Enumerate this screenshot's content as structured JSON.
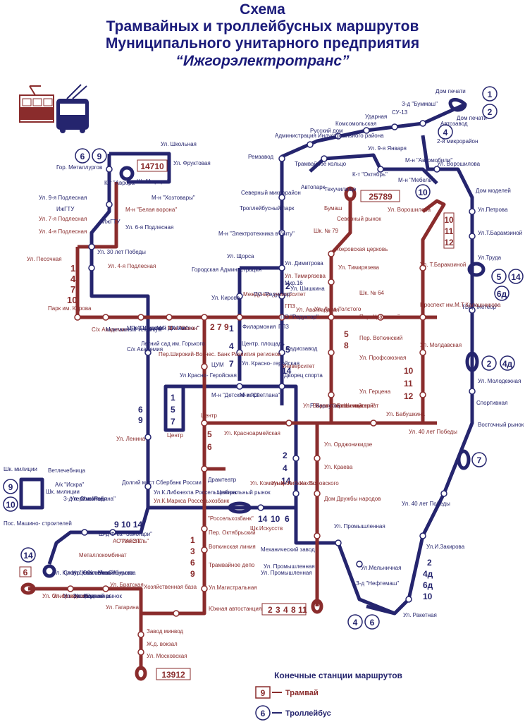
{
  "title": {
    "line1": "Схема",
    "line2": "Трамвайных и троллейбусных маршрутов",
    "line3": "Муниципального унитарного предприятия",
    "line4": "“Ижгорэлектротранс”"
  },
  "colors": {
    "tram": "#8a2c2c",
    "trolley": "#25256e",
    "text_tram": "#8a2c2c",
    "text_trolley": "#25256e"
  },
  "icons": [
    "tram-icon",
    "trolleybus-icon"
  ],
  "stops": [
    "Дом печати",
    "Дом печати",
    "З-д \"Буммаш\"",
    "СУ-13",
    "Ударная",
    "Комсомольская",
    "Русский дом",
    "Администрация Индустриального района",
    "Ремзавод",
    "Трамвайное кольцо",
    "Автопарк",
    "Техучилище",
    "Ул. 9-я Января",
    "К-т \"Октябрь\"",
    "М-н \"Автомобили\"",
    "М-н \"Мебель\"",
    "Автозавод",
    "2-й микрорайон",
    "Ул. Ворошилова",
    "Дом моделей",
    "Ул.Петрова",
    "Ул.Т.Барамзиной",
    "Ул.Труда",
    "ТВЦ \"Метеор\"",
    "Ул. Молодежная",
    "Спортивная",
    "Восточный рынок",
    "Ул. 40 лет Победы",
    "Ул.И.Закирова",
    "Ул. Ракетная",
    "З-д \"Нефтемаш\"",
    "Ул.Мельничная",
    "Ул. Промышленная",
    "Ул. Промышленная",
    "Механический завод",
    "Северный микрорайон",
    "Троллейбусный парк",
    "М-н \"Электротехника в быту\"",
    "Ул. Щорса",
    "Ул. Димитрова",
    "Бумаш",
    "Северный рынок",
    "Шк. № 79",
    "Покровская церковь",
    "Ул. Тимирязева",
    "Ул. Тимирязева",
    "Ул. Шишкина",
    "Мкр.16",
    "ГПЗ",
    "Ул. Льва Толстого",
    "Шк. № 64",
    "Пер. Уральский",
    "Пер. Воткинский",
    "Ул. Профсоюзная",
    "Ул. Герцена",
    "Ул. Бабушкина",
    "Ул. Ворошилова",
    "Ул. Т.Барамзиной",
    "Проспект им.М.Т.Калашникова",
    "Ул. Молдавская",
    "Ул. 40 лет Победы",
    "Ул. Школьная",
    "Ул. Фруктовая",
    "Гор. Металлургов",
    "К/т \"Аврора\"",
    "К/т \"Аврора\"",
    "М-н \"Хозтовары\"",
    "Ул. 9-я Подлесная",
    "ИжГТУ",
    "ИжГТУ",
    "М-н \"Белая ворона\"",
    "Ул. 7-я Подлесная",
    "Ул. 6-я Подлесная",
    "Ул. 4-я Подлесная",
    "Ул. 30 лет Победы",
    "Ул. 4-я Подлесная",
    "Ул. Песочная",
    "С/х Академия",
    "Парк им. Кирова",
    "С/х Академия",
    "Монтажный техникум",
    "М-н \"Подарки\"",
    "Пер.Широкий ДК \"Аксион\"",
    "Летний сад им. Горького",
    "М-н \"Океан\"",
    "М-н \"Океан\"",
    "Пер.Широкий-Вознес. Банк Развития регионов",
    "Городская Администрация",
    "Ул. Кирова",
    "Междунар. университет",
    "ПО \"Редуктор\"",
    "ПО \"Редуктор\"",
    "Филармония",
    "ГПЗ",
    "Ул. Авангардная",
    "Центр. площадь",
    "Радиозавод",
    "Ул. Красно- геройская",
    "Университет",
    "Дворец спорта",
    "ЦУМ",
    "Ул.Красно- Геройская",
    "М-н \"Детский мир\"",
    "М-н \"Светлана\"",
    "Центр",
    "Центр",
    "Ул. Ленина",
    "Банк \"Перво- майский\"",
    "Р. Карлутка",
    "Больница",
    "Шк.-интернат",
    "Ул. Воровского",
    "Ул. Красноармейская",
    "Ул. Орджоникидзе",
    "Ул. Краева",
    "Дом Дружбы народов",
    "Долгий мост Сбербанк России",
    "Драмтеатр",
    "Центральный рынок",
    "Ул.К.Либкнехта Россельхозбанк",
    "Ул.К.Маркса Россельхозбанк",
    "\"Россельхозбанк\"",
    "Ул. Коммунаров",
    "Ул. К. Либкнехта",
    "Ул. Воровского",
    "Шк.Искусств",
    "Пер. Октябрьский",
    "Воткинская линия",
    "Трамвайное депо",
    "Ул.Магистральная",
    "Южная автостанция",
    "Хозяйственная база",
    "Ул. Братская",
    "Ул. Гагарина",
    "Завод минвод",
    "Ж.д. вокзал",
    "Ул. Московская",
    "Ул. Промышленная",
    "Шк. милиции",
    "Ветлечебница",
    "Пос. Машино- строителей",
    "А/к \"Искра\"",
    "Шк. милиции",
    "М-н \"Родина\"",
    "З-д керамзитобл.",
    "Ул. Союзная",
    "Ул. Кунгурцева",
    "Стоп. \"Юбилейный\"",
    "Ул. Новоселов",
    "Ш-д Ф-ка \"Заногари\"",
    "Ул. Ново-Ахимова",
    "Ул. Сабурова",
    "АО \"Ижсталь\"",
    "\"ИжГЭТ\"",
    "Металлокомбинат",
    "Ул. Огнеупорная",
    "Ул. Мохарова",
    "Ул. Загородная",
    "Ул. Кирпичная",
    "Южный рынок"
  ],
  "route_labels": {
    "top_right_1": "1",
    "top_right_2": "2",
    "auto_4": "4",
    "box_25789": "25789",
    "tram_1011_10": "10",
    "tram_1011_11": "11",
    "tram_1011_12": "12",
    "truda_5": "5",
    "truda_14": "14",
    "truda_6d": "6д",
    "mol_2": "2",
    "mol_4d": "4д",
    "vost_7": "7",
    "ur_2": "2",
    "ur_4d": "4д",
    "ur_6d": "6д",
    "ur_10": "10",
    "nefte_4": "4",
    "nefte_6": "6",
    "box_23481": "2",
    "box_23481b": "3",
    "box_23481c": "4",
    "box_23481d": "8",
    "box_23481e": "11",
    "left_6": "6",
    "left_9": "9",
    "box_14710": "14710",
    "left_1": "1",
    "left_4": "4",
    "left_7": "7",
    "left_10": "10",
    "ocean_279": "2 7 9",
    "center_147_1": "1",
    "center_147_4": "4",
    "center_147_7": "7",
    "ghz_2": "2",
    "ghz_5": "5",
    "ghz_14": "14",
    "box_157_1": "1",
    "box_157_5": "5",
    "box_157_7": "7",
    "lenin_6": "6",
    "lenin_9": "9",
    "redsq_56_5": "5",
    "redsq_56_6": "6",
    "vor_5": "5",
    "vor_8": "8",
    "kl_2": "2",
    "kl_4": "4",
    "kl_14": "14",
    "kl_14b": "14",
    "kl_10": "10",
    "kl_6": "6",
    "dr_1": "1",
    "dr_3": "3",
    "dr_6": "6",
    "dr_9": "9",
    "r10": "10",
    "r11": "11",
    "r12": "12",
    "ll_9": "9",
    "ll_10": "10",
    "ll_14": "14",
    "ll_9_10_14": "9 10 14",
    "box_6": "6",
    "box_13912": "13912",
    "aut_6": "6",
    "aut_9": "9"
  },
  "legend": {
    "title": "Конечные станции маршрутов",
    "tram_num": "9",
    "tram_label": "Трамвай",
    "trolley_num": "6",
    "trolley_label": "Троллейбус"
  }
}
